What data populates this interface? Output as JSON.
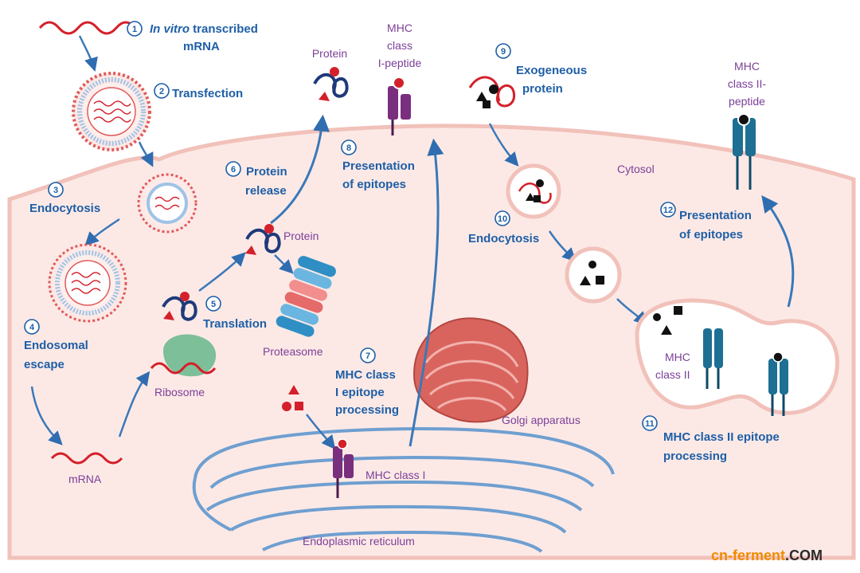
{
  "steps": [
    {
      "num": "1",
      "line1": "In vitro transcribed",
      "line1_italic_part": "In vitro",
      "line1_rest": " transcribed",
      "line2": "mRNA"
    },
    {
      "num": "2",
      "line1": "Transfection"
    },
    {
      "num": "3",
      "line1": "Endocytosis"
    },
    {
      "num": "4",
      "line1": "Endosomal",
      "line2": "escape"
    },
    {
      "num": "5",
      "line1": "Translation"
    },
    {
      "num": "6",
      "line1": "Protein",
      "line2": "release"
    },
    {
      "num": "7",
      "line1": "MHC class",
      "line2": "I epitope",
      "line3": "processing"
    },
    {
      "num": "8",
      "line1": "Presentation",
      "line2": "of epitopes"
    },
    {
      "num": "9",
      "line1": "Exogeneous",
      "line2": "protein"
    },
    {
      "num": "10",
      "line1": "Endocytosis"
    },
    {
      "num": "11",
      "line1": "MHC class II epitope",
      "line2": "processing"
    },
    {
      "num": "12",
      "line1": "Presentation",
      "line2": "of epitopes"
    }
  ],
  "labels": {
    "protein_top": "Protein",
    "mhc1_peptide": [
      "MHC",
      "class",
      "I-peptide"
    ],
    "mhc2_peptide": [
      "MHC",
      "class II-",
      "peptide"
    ],
    "cytosol": "Cytosol",
    "protein_mid": "Protein",
    "proteasome": "Proteasome",
    "ribosome": "Ribosome",
    "mrna": "mRNA",
    "golgi": "Golgi apparatus",
    "mhc_class_i": "MHC class I",
    "er": "Endoplasmic reticulum",
    "mhc_class_ii": [
      "MHC",
      "class II"
    ]
  },
  "watermark": {
    "part1": "cn-ferment",
    "part2": ".COM"
  },
  "colors": {
    "cell_fill": "#fce9e6",
    "membrane": "#f2c6bf",
    "step_text": "#1e5fa6",
    "label_purple": "#7b3f98",
    "mrna_red": "#d4202a",
    "er_blue": "#6f9fd0",
    "mhc1_purple": "#7a2e7e",
    "mhc2_teal": "#1d6f93",
    "golgi_red": "#d9645e"
  }
}
